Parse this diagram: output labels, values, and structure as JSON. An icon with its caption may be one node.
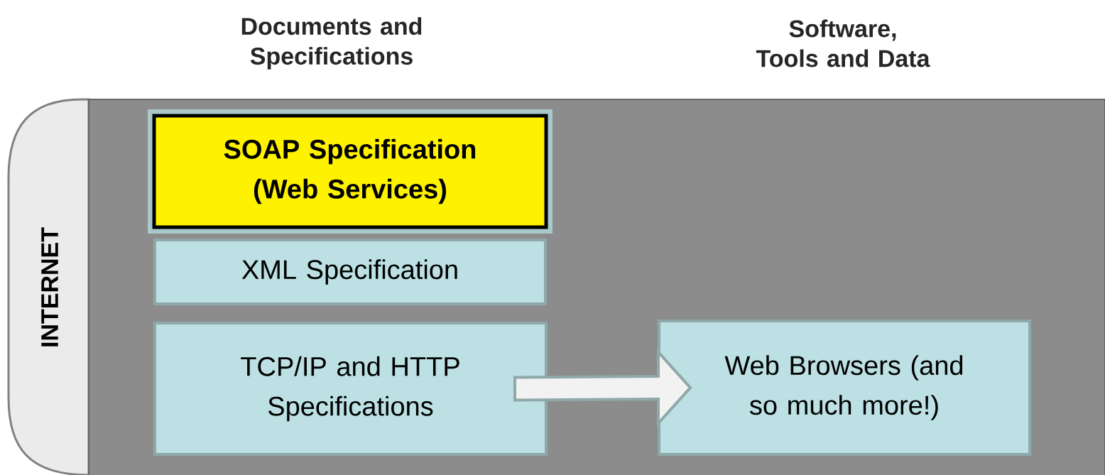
{
  "diagram": {
    "nodes": [
      {
        "text": [
          "INTERNET"
        ]
      },
      {
        "text": [
          "SOAP Specification (Web Services)"
        ],
        "in": 0
      },
      {
        "text": [
          "XML Specification"
        ],
        "in": 0
      },
      {
        "text": [
          "TCP/IP and HTTP Specifications"
        ],
        "in": 0
      },
      {
        "text": [
          "Web Browsers (and so much more!)"
        ],
        "in": 0
      }
    ],
    "edges": [
      {
        "from": 3,
        "to": 4,
        "arrow": "to"
      }
    ],
    "labels": [
      "Documents and Specifications",
      "Software, Tools and Data"
    ]
  }
}
